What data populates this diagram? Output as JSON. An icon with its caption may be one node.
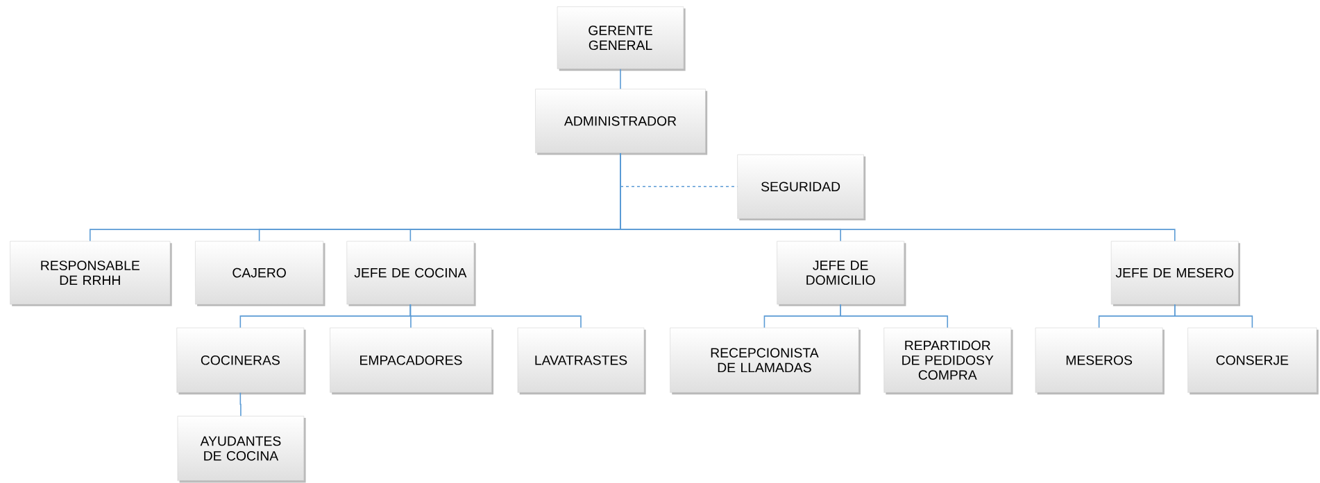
{
  "diagram": {
    "nodes": [
      {
        "text": [
          "GERENTE GENERAL"
        ]
      },
      {
        "text": [
          "ADMINISTRADOR"
        ]
      },
      {
        "text": [
          "SEGURIDAD"
        ]
      },
      {
        "text": [
          "RESPONSABLE DE RRHH"
        ]
      },
      {
        "text": [
          "CAJERO"
        ]
      },
      {
        "text": [
          "JEFE DE COCINA"
        ]
      },
      {
        "text": [
          "JEFE DE DOMICILIO"
        ]
      },
      {
        "text": [
          "JEFE DE MESERO"
        ]
      },
      {
        "text": [
          "COCINERAS"
        ]
      },
      {
        "text": [
          "EMPACADORES"
        ]
      },
      {
        "text": [
          "LAVATRASTES"
        ]
      },
      {
        "text": [
          "RECEPCIONISTA DE LLAMADAS"
        ]
      },
      {
        "text": [
          "REPARTIDOR DE PEDIDOSY COMPRA"
        ]
      },
      {
        "text": [
          "MESEROS"
        ]
      },
      {
        "text": [
          "CONSERJE"
        ]
      },
      {
        "text": [
          "AYUDANTES DE COCINA"
        ]
      }
    ],
    "edges": [
      {
        "from": 0,
        "to": 1,
        "arrow": "none"
      },
      {
        "from": 1,
        "to": 2,
        "arrow": "none",
        "style": "dashed"
      },
      {
        "from": 1,
        "to": 3,
        "arrow": "none"
      },
      {
        "from": 1,
        "to": 4,
        "arrow": "none"
      },
      {
        "from": 1,
        "to": 5,
        "arrow": "none"
      },
      {
        "from": 1,
        "to": 6,
        "arrow": "none"
      },
      {
        "from": 1,
        "to": 7,
        "arrow": "none"
      },
      {
        "from": 5,
        "to": 8,
        "arrow": "none"
      },
      {
        "from": 5,
        "to": 9,
        "arrow": "none"
      },
      {
        "from": 5,
        "to": 10,
        "arrow": "none"
      },
      {
        "from": 6,
        "to": 11,
        "arrow": "none"
      },
      {
        "from": 6,
        "to": 12,
        "arrow": "none"
      },
      {
        "from": 7,
        "to": 13,
        "arrow": "none"
      },
      {
        "from": 7,
        "to": 14,
        "arrow": "none"
      },
      {
        "from": 8,
        "to": 15,
        "arrow": "none"
      }
    ]
  }
}
